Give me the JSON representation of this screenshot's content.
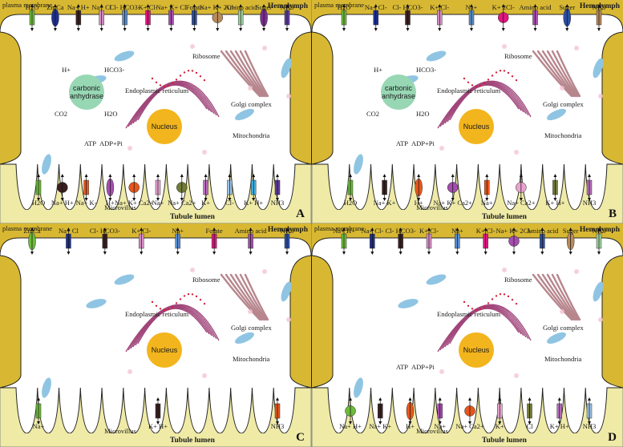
{
  "panels": [
    {
      "letter": "A",
      "labels": {
        "plasma_membrane": "plasma membrane",
        "hemolymph": "Hemolymph",
        "tubule_lumen": "Tubule lumen",
        "ribosome": "Ribosome",
        "er": "Endoplasmic reticulum",
        "golgi": "Golgi complex",
        "nucleus": "Nucleus",
        "mitochondria": "Mitochondria",
        "microvillus": "Microvillus",
        "ca_line1": "carbonic",
        "ca_line2": "anhydrase",
        "h_plus": "H+",
        "hco3": "HCO3-",
        "co2": "CO2",
        "h2o": "H2O",
        "atp": "ATP",
        "adp": "ADP+Pi"
      },
      "top": [
        "H2O",
        "Zn/Ca",
        "Na+ H+",
        "Na+ Cl",
        "Cl- HCO3-",
        "K+ Cl-",
        "Na+ K+ Cl",
        "Folate",
        "Na+ K+ 2Cl-",
        "Amino acid",
        "Suger",
        "NH3"
      ],
      "bottom": [
        "H2O",
        "Na+ H+",
        "Na+ K-",
        "H+",
        "Na+ K+ Ca2+",
        "Na+",
        "Na+ Ca2+",
        "K+",
        "Cl-",
        "K+ H+",
        "NH3"
      ]
    },
    {
      "letter": "B",
      "labels": {
        "plasma_membrane": "plasma membrane",
        "hemolymph": "Hemolymph",
        "tubule_lumen": "Tubule lumen",
        "ribosome": "Ribosome",
        "er": "Endoplasmic reticulum",
        "golgi": "Golgi complex",
        "nucleus": "Nucleus",
        "mitochondria": "Mitochondria",
        "microvillus": "Microvillus",
        "ca_line1": "carbonic",
        "ca_line2": "anhydrase",
        "h_plus": "H+",
        "hco3": "HCO3-",
        "co2": "CO2",
        "h2o": "H2O",
        "atp": "ATP",
        "adp": "ADP+Pi"
      },
      "top": [
        "H2O",
        "Na+ Cl-",
        "Cl- HCO3-",
        "K+ Cl-",
        "Na+",
        "K+ 2Cl-",
        "Amino acid",
        "Suger",
        "NH3"
      ],
      "bottom": [
        "H2O",
        "Na+ K+",
        "H+",
        "Na+ K+ Ca2+",
        "Na+",
        "Na+ Ca2+",
        "K+ H+",
        "NH3"
      ]
    },
    {
      "letter": "C",
      "labels": {
        "plasma_membrane": "plasma membrane",
        "hemolymph": "Hemolymph",
        "tubule_lumen": "Tubule lumen",
        "ribosome": "Ribosome",
        "er": "Endoplasmic reticulum",
        "golgi": "Golgi complex",
        "nucleus": "Nucleus",
        "mitochondria": "Mitochondria",
        "microvillus": "Microvillus"
      },
      "top": [
        "Zn/Ca",
        "Na+ Cl",
        "Cl- HCO3-",
        "K+ Cl-",
        "Na+",
        "Folate",
        "Amino acid",
        "NH3"
      ],
      "bottom": [
        "Na+",
        "K+ H+",
        "NH3"
      ]
    },
    {
      "letter": "D",
      "labels": {
        "plasma_membrane": "plasma membrane",
        "hemolymph": "Hemolymph",
        "tubule_lumen": "Tubule lumen",
        "ribosome": "Ribosome",
        "er": "Endoplasmic reticulum",
        "golgi": "Golgi complex",
        "nucleus": "Nucleus",
        "mitochondria": "Mitochondria",
        "microvillus": "Microvillus",
        "atp": "ATP",
        "adp": "ADP+Pi"
      },
      "top": [
        "Na+ H+",
        "Na+ Cl-",
        "Cl- HCO3-",
        "K+ Cl-",
        "Na+",
        "K+ Cl-",
        "Na+ K+ 2Cl-",
        "Amino acid",
        "Suger",
        "NH3"
      ],
      "bottom": [
        "Na+ H+",
        "Na+ K+",
        "H+",
        "Na+",
        "Na+ Ca2+",
        "K+",
        "Cl",
        "K+ H+",
        "NH3"
      ]
    }
  ],
  "colors": {
    "hemolymph": "#d8b832",
    "lumen": "#efeaa6",
    "cytoplasm": "#ffffff",
    "nucleus": "#f3b51d",
    "carbonic_anhydrase": "#98d7b4",
    "mitochondria": "#8fc5e3",
    "golgi": "#b7868d",
    "er": "#a0457a"
  }
}
